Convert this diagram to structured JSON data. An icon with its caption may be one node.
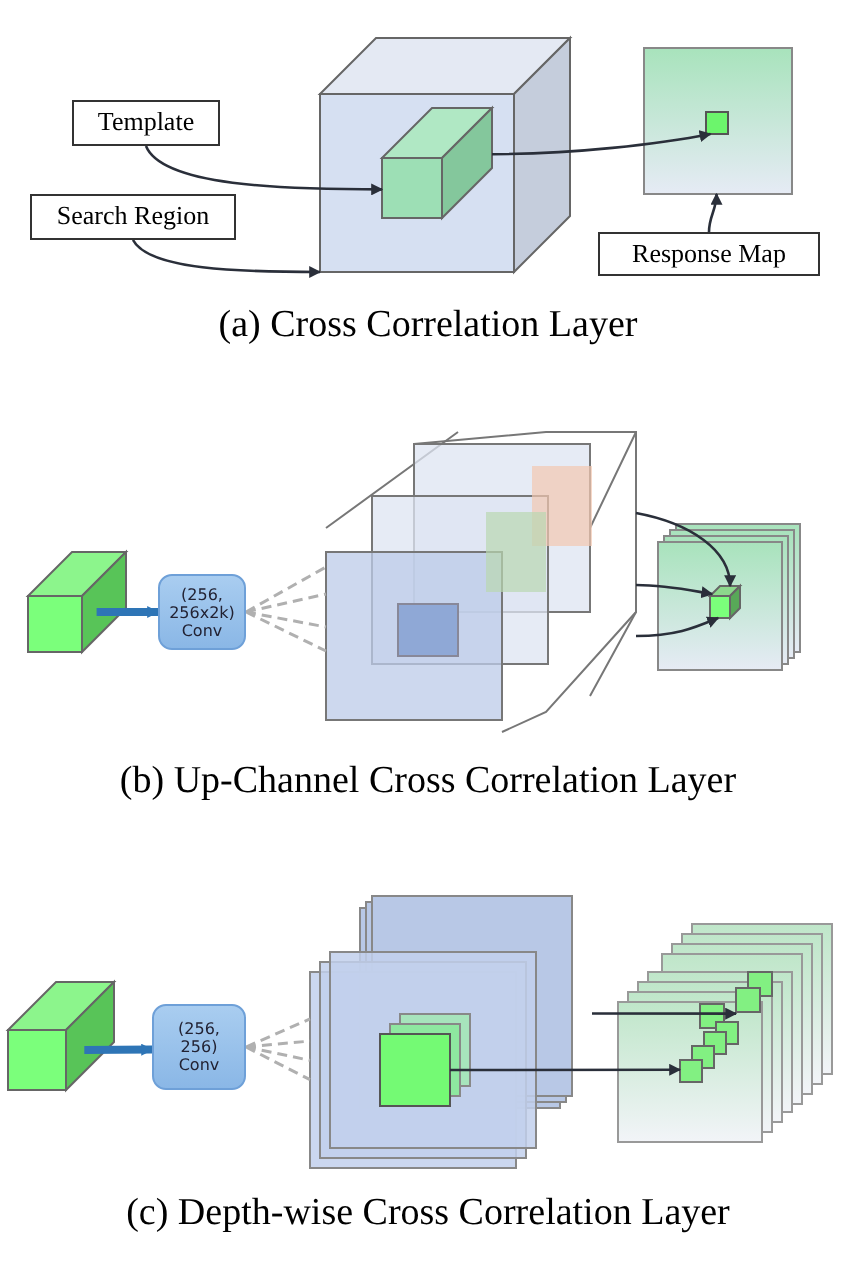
{
  "diagram": {
    "nodes": [
      {
        "text": [
          "Template"
        ]
      },
      {
        "text": [
          "Search Region"
        ]
      },
      {
        "text": [
          "Response Map"
        ]
      },
      {
        "text": [],
        "shape": "cube"
      },
      {
        "text": [],
        "shape": "cube",
        "in": 3
      },
      {
        "text": [],
        "shape": "box"
      },
      {
        "text": [],
        "shape": "box",
        "in": 5
      },
      {
        "text": [],
        "shape": "cube"
      },
      {
        "text": [
          "(256, 256x2k) Conv"
        ]
      },
      {
        "text": [],
        "shape": "cube"
      },
      {
        "text": [],
        "shape": "box"
      },
      {
        "text": [],
        "shape": "cube",
        "in": 10
      },
      {
        "text": [],
        "shape": "cube"
      },
      {
        "text": [
          "(256, 256) Conv"
        ]
      },
      {
        "text": [],
        "shape": "box"
      },
      {
        "text": [],
        "shape": "box",
        "in": 14
      },
      {
        "text": [],
        "shape": "box"
      },
      {
        "text": [],
        "shape": "box",
        "in": 16
      }
    ],
    "edges": [
      {
        "from": 0,
        "to": 4,
        "arrow": "to"
      },
      {
        "from": 1,
        "to": 3,
        "arrow": "to"
      },
      {
        "from": 4,
        "to": 6,
        "arrow": "to"
      },
      {
        "from": 2,
        "to": 5,
        "arrow": "to"
      },
      {
        "from": 7,
        "to": 8,
        "arrow": "to",
        "style": "thick",
        "color": "#2e75b6"
      },
      {
        "from": 8,
        "to": 9,
        "arrow": "none",
        "style": "dashed",
        "color": "#b0b0b0"
      },
      {
        "from": 9,
        "to": 11,
        "arrow": "to"
      },
      {
        "from": 9,
        "to": 11,
        "arrow": "to"
      },
      {
        "from": 9,
        "to": 11,
        "arrow": "to"
      },
      {
        "from": 12,
        "to": 13,
        "arrow": "to",
        "style": "thick",
        "color": "#2e75b6"
      },
      {
        "from": 13,
        "to": 14,
        "arrow": "none",
        "style": "dashed",
        "color": "#b0b0b0"
      },
      {
        "from": 15,
        "to": 17,
        "arrow": "to"
      },
      {
        "from": 14,
        "to": 17,
        "arrow": "to"
      }
    ],
    "labels": [
      "(a) Cross Correlation Layer",
      "(b) Up-Channel Cross Correlation Layer",
      "(c) Depth-wise Cross Correlation Layer"
    ]
  }
}
